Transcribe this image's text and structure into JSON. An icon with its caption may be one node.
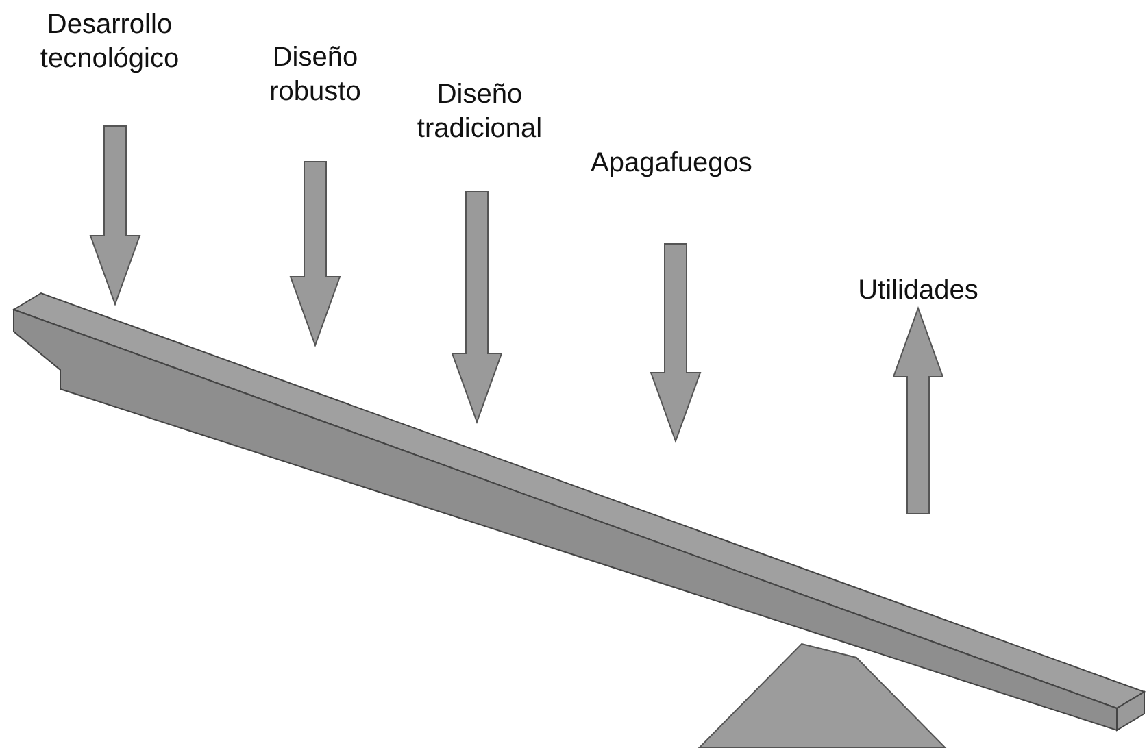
{
  "diagram": {
    "labels": [
      "Desarrollo tecnológico",
      "Diseño robusto",
      "Diseño tradicional",
      "Apagafuegos",
      "Utilidades"
    ]
  }
}
